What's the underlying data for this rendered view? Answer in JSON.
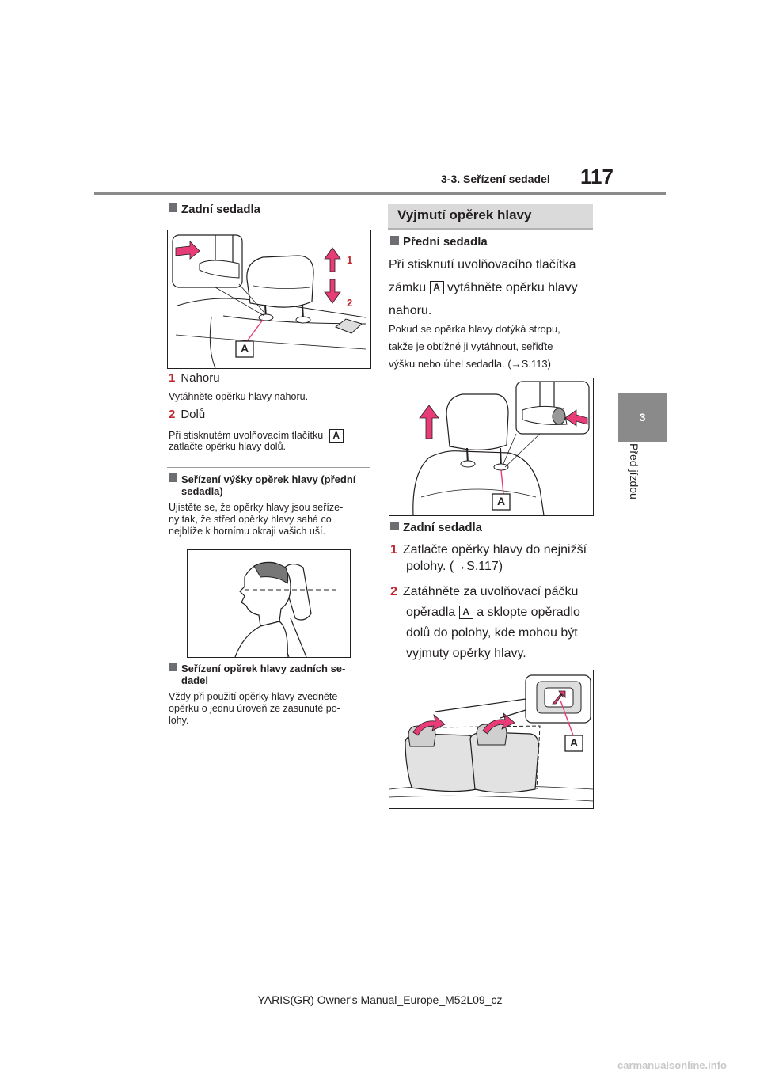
{
  "header": {
    "section": "3-3. Seřízení sedadel",
    "page_number": "117"
  },
  "side_tab": {
    "number": "3",
    "title": "Před jízdou"
  },
  "left": {
    "rear_seats_heading": "Zadní sedadla",
    "fig1_labels": {
      "one": "1",
      "two": "2",
      "a": "A"
    },
    "step1_num": "1",
    "step1_label": "Nahoru",
    "step1_desc": "Vytáhněte opěrku hlavy nahoru.",
    "step2_num": "2",
    "step2_label": "Dolů",
    "step2_desc_1": "Při stisknutém uvolňovacím tlačítku",
    "step2_desc_2": "zatlačte opěrku hlavy dolů.",
    "height_heading_1": "Seřízení výšky opěrek hlavy (přední",
    "height_heading_2": "sedadla)",
    "height_text_1": "Ujistěte se, že opěrky hlavy jsou seříze-",
    "height_text_2": "ny tak, že střed opěrky hlavy sahá co",
    "height_text_3": "nejblíže k hornímu okraji vašich uší.",
    "rear_adj_heading_1": "Seřízení opěrek hlavy zadních se-",
    "rear_adj_heading_2": "dadel",
    "rear_adj_text_1": "Vždy při použití opěrky hlavy zvedněte",
    "rear_adj_text_2": "opěrku o jednu úroveň ze zasunuté po-",
    "rear_adj_text_3": "lohy."
  },
  "right": {
    "section_title": "Vyjmutí opěrek hlavy",
    "front_heading": "Přední sedadla",
    "front_text_1": "Při stisknutí uvolňovacího tlačítka",
    "front_text_2a": "zámku",
    "front_text_2b": "vytáhněte opěrku hlavy",
    "front_text_3": "nahoru.",
    "front_note_1": "Pokud se opěrka hlavy dotýká stropu,",
    "front_note_2": "takže je obtížné ji vytáhnout, seřiďte",
    "front_note_3": "výšku nebo úhel sedadla. (→S.113)",
    "fig_label_a": "A",
    "rear_heading": "Zadní sedadla",
    "r_step1_num": "1",
    "r_step1_text_1": "Zatlačte opěrky hlavy do nejnižší",
    "r_step1_text_2": "polohy. (→S.117)",
    "r_step2_num": "2",
    "r_step2_text_1": "Zatáhněte za uvolňovací páčku",
    "r_step2_text_2a": "opěradla",
    "r_step2_text_2b": "a sklopte opěradlo",
    "r_step2_text_3": "dolů do polohy, kde mohou být",
    "r_step2_text_4": "vyjmuty opěrky hlavy."
  },
  "footer": {
    "text": "YARIS(GR) Owner's Manual_Europe_M52L09_cz"
  },
  "watermark": "carmanualsonline.info",
  "colors": {
    "step_number": "#c0272d",
    "arrow_fill": "#e83c78",
    "tab_gray": "#8a8a8a"
  }
}
